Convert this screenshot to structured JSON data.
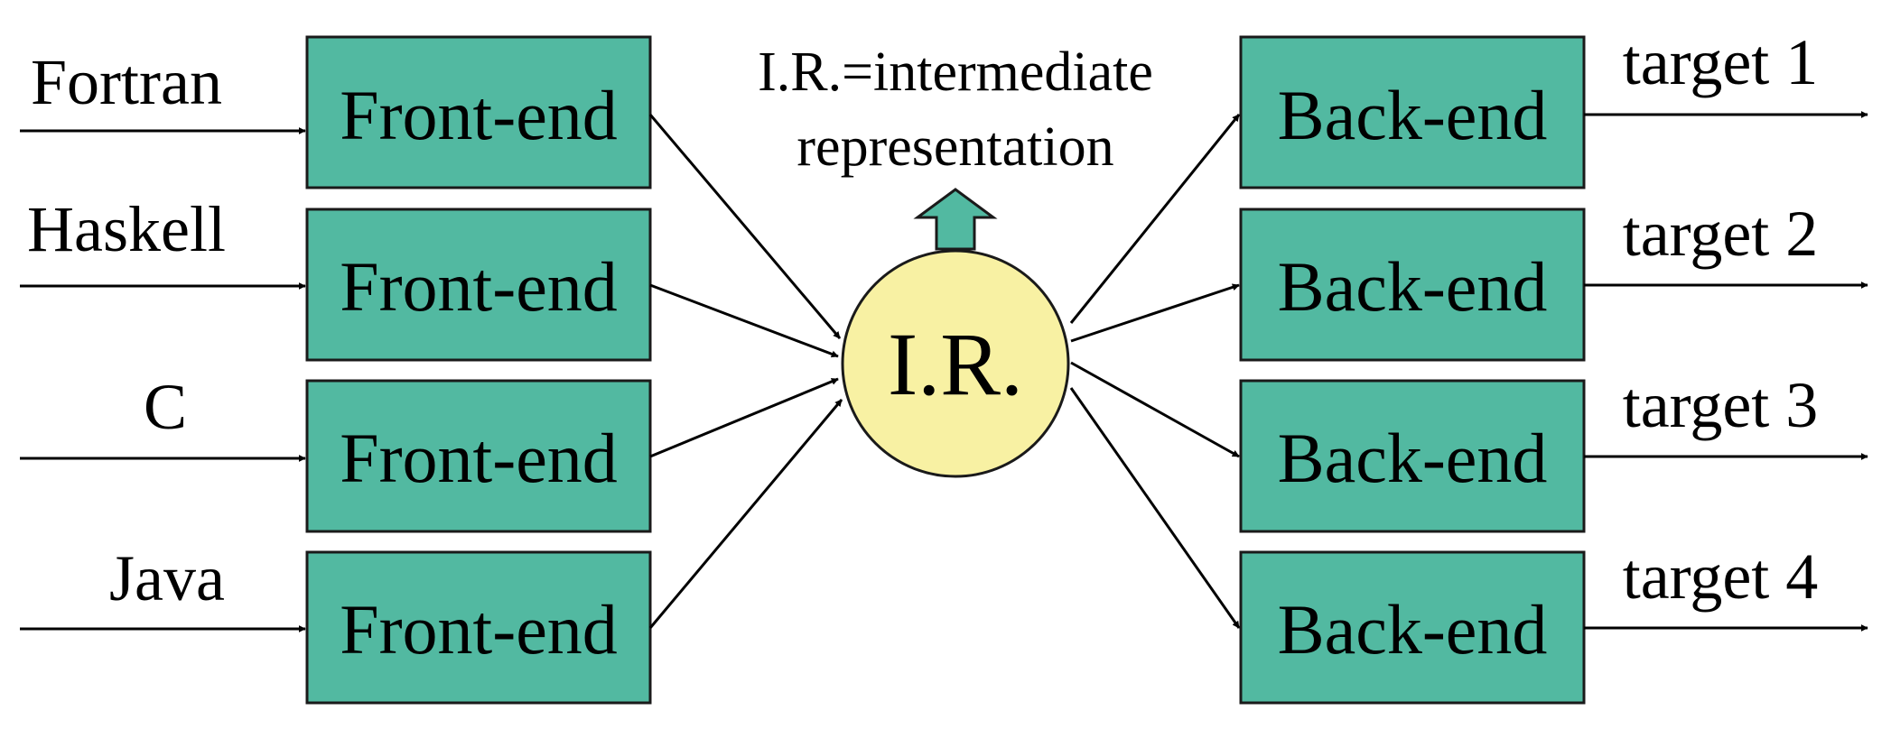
{
  "languages": [
    "Fortran",
    "Haskell",
    "C",
    "Java"
  ],
  "front_end_label": "Front-end",
  "back_end_label": "Back-end",
  "targets": [
    "target 1",
    "target 2",
    "target 3",
    "target 4"
  ],
  "ir": {
    "label": "I.R.",
    "note_line1": "I.R.=intermediate",
    "note_line2": "representation"
  },
  "colors": {
    "box_fill": "#52b9a1",
    "ir_fill": "#f8f1a3",
    "up_arrow_fill": "#52b9a1"
  }
}
